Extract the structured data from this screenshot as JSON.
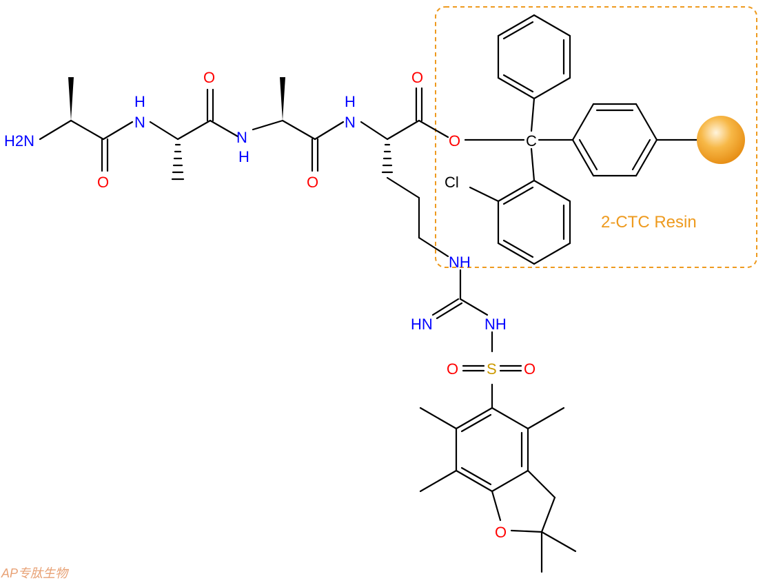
{
  "atoms": {
    "n_amine": "H2N",
    "nh_1": "H",
    "n_1": "N",
    "o_1": "O",
    "o_2": "O",
    "nh_2": "H",
    "n_2": "N",
    "o_3": "O",
    "o_4": "O",
    "nh_3": "H",
    "n_3": "N",
    "o_ester": "O",
    "c_trityl": "C",
    "cl": "Cl",
    "nh_guan1": "NH",
    "hn_imine": "HN",
    "nh_guan2": "NH",
    "s": "S",
    "o_s_left": "O",
    "o_s_right": "O",
    "o_ring": "O"
  },
  "resin": {
    "label": "2-CTC Resin",
    "color": "#ee9a1e"
  },
  "colors": {
    "bond": "#000000",
    "nitrogen": "#0000ff",
    "oxygen": "#ff0000",
    "sulfur": "#cc9900",
    "resin_bead": "#f5a623"
  },
  "watermark": {
    "text": "AP专肽生物",
    "color": "#e8a276"
  }
}
